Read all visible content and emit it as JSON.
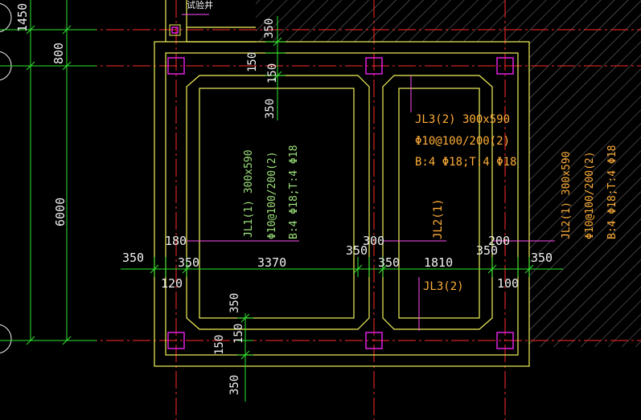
{
  "colors": {
    "background": "#000000",
    "axis": "#ff2a2a",
    "beam_outline": "#f2f25a",
    "dimension": "#2ee62e",
    "dimension_text": "#f0f0f0",
    "annotation_green": "#9de27a",
    "annotation_orange": "#ffae38",
    "leader": "#ff4df0",
    "column": "#e020e0",
    "hatch": "#7a7a7a"
  },
  "labels": {
    "pipe_label": "试验井",
    "jl1_name": "JL1(1) 300x590",
    "jl1_stirrup": "Φ10@100/200(2)",
    "jl1_rebar": "B:4 Φ18;T:4 Φ18",
    "jl2_name_right": "JL2(1) 300x590",
    "jl2_stirrup_right": "Φ10@100/200(2)",
    "jl2_rebar_right": "B:4 Φ18;T:4 Φ18",
    "jl3_name": "JL3(2) 300x590",
    "jl3_stirrup": "Φ10@100/200(2)",
    "jl3_rebar": "B:4 Φ18;T:4 Φ18",
    "jl2_tag": "JL2(1)",
    "jl3_tag": "JL3(2)"
  },
  "dimensions": {
    "left_top": "1450",
    "left_800": "800",
    "left_6000": "6000",
    "top_350": "350",
    "v150a": "150",
    "v150b": "150",
    "v350_mid": "350",
    "h180": "180",
    "h300": "300",
    "h200": "200",
    "row_350a": "350",
    "row_350b": "350",
    "row_3370": "3370",
    "row_350c": "350",
    "row_350d": "350",
    "row_1810": "1810",
    "row_350e": "350",
    "row_350f": "350",
    "h120": "120",
    "h100": "100",
    "low_350": "350",
    "low_150a": "150",
    "low_150b": "150",
    "bottom_350": "350"
  }
}
